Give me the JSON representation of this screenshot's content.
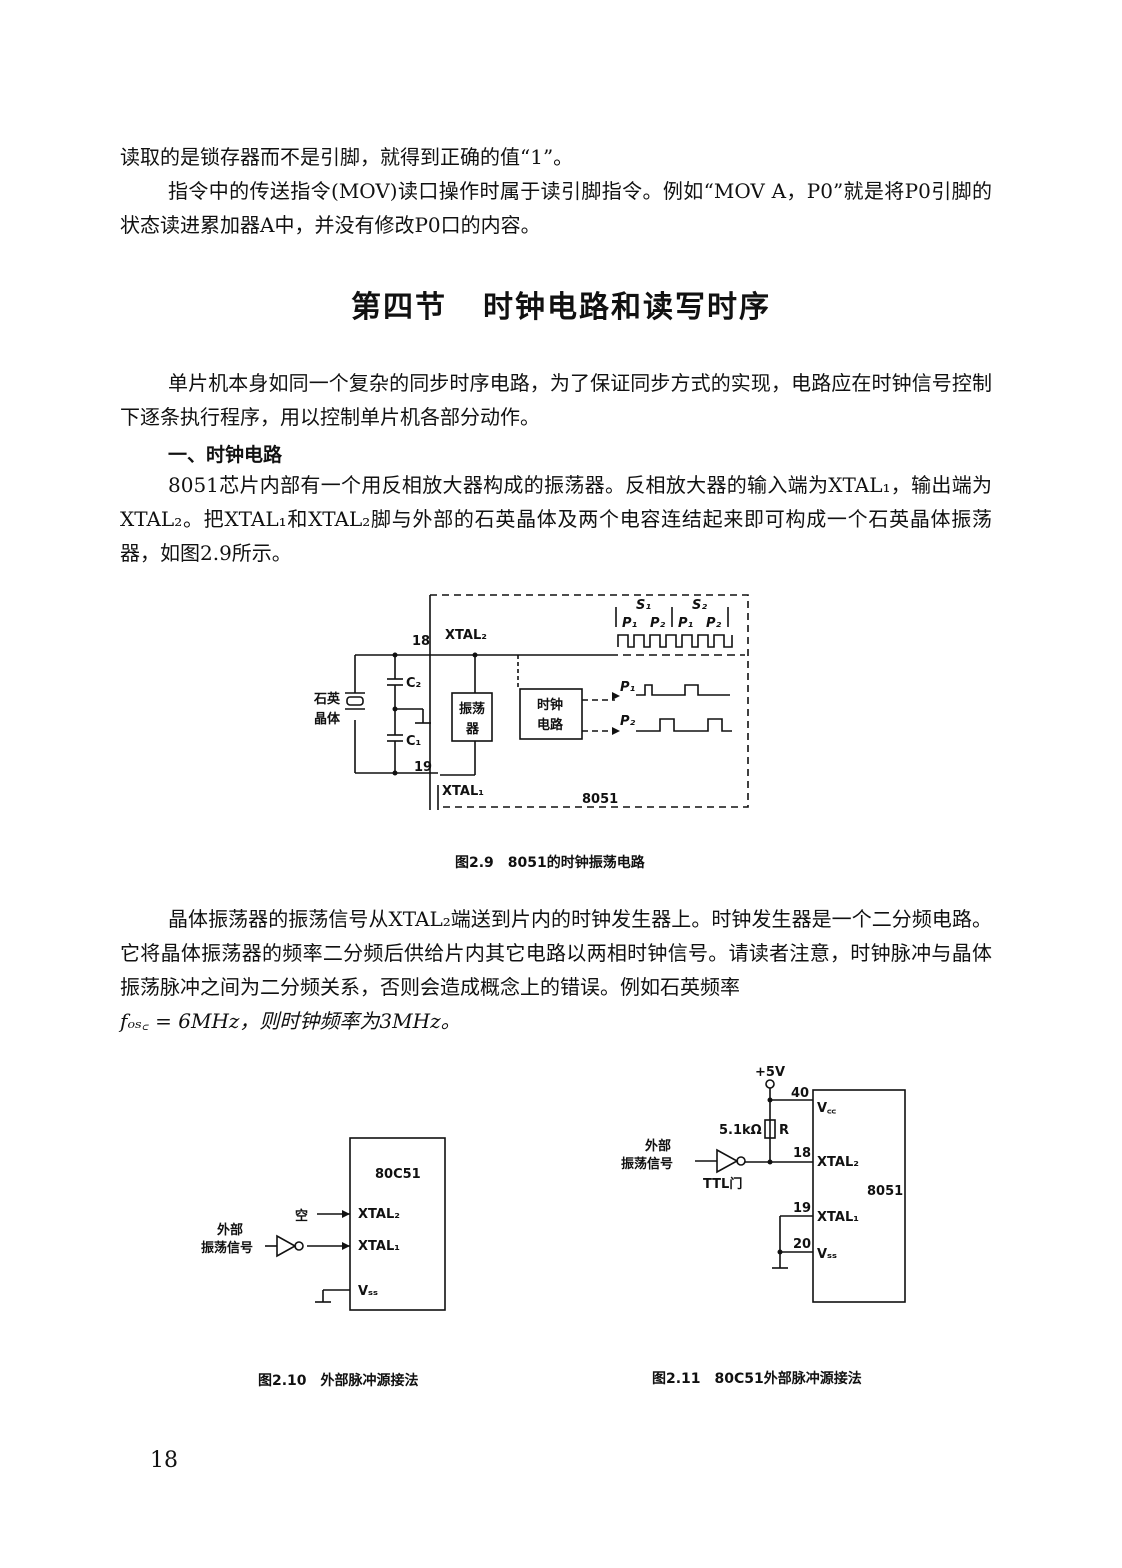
{
  "paragraphs": {
    "p1": "读取的是锁存器而不是引脚，就得到正确的值“1”。",
    "p2": "指令中的传送指令(MOV)读口操作时属于读引脚指令。例如“MOV A，P0”就是将P0引脚的状态读进累加器A中，并没有修改P0口的内容。",
    "p3": "单片机本身如同一个复杂的同步时序电路，为了保证同步方式的实现，电路应在时钟信号控制下逐条执行程序，用以控制单片机各部分动作。",
    "p4": "8051芯片内部有一个用反相放大器构成的振荡器。反相放大器的输入端为XTAL₁，输出端为XTAL₂。把XTAL₁和XTAL₂脚与外部的石英晶体及两个电容连结起来即可构成一个石英晶体振荡器，如图2.9所示。",
    "p5": "晶体振荡器的振荡信号从XTAL₂端送到片内的时钟发生器上。时钟发生器是一个二分频电路。它将晶体振荡器的频率二分频后供给片内其它电路以两相时钟信号。请读者注意，时钟脉冲与晶体振荡脉冲之间为二分频关系，否则会造成概念上的错误。例如石英频率",
    "p5_freq": "fₒₛ꜀ = 6MHz，则时钟频率为3MHz。"
  },
  "section_title": {
    "number": "第四节",
    "name": "时钟电路和读写时序"
  },
  "heading1": "一、时钟电路",
  "fig29": {
    "caption": "图2.9　8051的时钟振荡电路",
    "pin18": "18",
    "pin19": "19",
    "xtal2": "XTAL₂",
    "xtal1": "XTAL₁",
    "crystal_line1": "石英",
    "crystal_line2": "晶体",
    "c2": "C₂",
    "c1": "C₁",
    "osc_line1": "振荡",
    "osc_line2": "器",
    "clk_line1": "时钟",
    "clk_line2": "电路",
    "chip": "8051",
    "s1": "S₁",
    "s2": "S₂",
    "p1a": "P₁",
    "p2a": "P₂",
    "p1b": "P₁",
    "p2b": "P₂",
    "out_p1": "P₁",
    "out_p2": "P₂"
  },
  "fig210": {
    "caption": "图2.10　外部脉冲源接法",
    "chip": "80C51",
    "xtal2": "XTAL₂",
    "xtal1": "XTAL₁",
    "vss": "Vₛₛ",
    "empty": "空",
    "src_line1": "外部",
    "src_line2": "振荡信号"
  },
  "fig211": {
    "caption": "图2.11　80C51外部脉冲源接法",
    "vcc_supply": "+5V",
    "pin40": "40",
    "vcc": "V꜀꜀",
    "resistor": "5.1kΩ",
    "r": "R",
    "pin18": "18",
    "xtal2": "XTAL₂",
    "chip": "8051",
    "pin19": "19",
    "xtal1": "XTAL₁",
    "pin20": "20",
    "vss": "Vₛₛ",
    "src_line1": "外部",
    "src_line2": "振荡信号",
    "gate": "TTL门"
  },
  "page_number": "18"
}
